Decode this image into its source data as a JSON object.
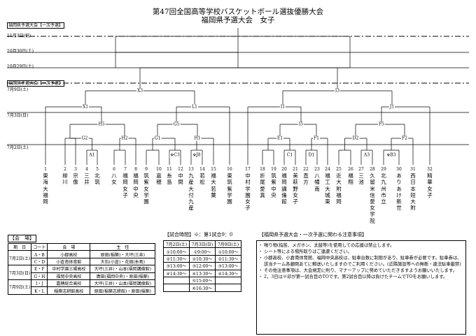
{
  "title_line1": "第47回全国高等学校バスケットボール選抜優勝大会",
  "title_line2": "福岡県予選大会　女子",
  "date_labels": {
    "qualifier": "福岡県予選大会【一次予選】",
    "nov3": "11月3日(祝)",
    "oct30": "10月30日(土)",
    "oct29": "10月29日(土)",
    "jul9_note": "福岡県予選大会【一次予選】",
    "jul9": "7月9日(土)",
    "jul3": "7月3日(日)",
    "jul2": "7月2日(土)"
  },
  "node_labels": {
    "X3": "X3",
    "X1": "X1",
    "H5": "H5",
    "G2": "G2",
    "A1": "A1",
    "H2": "H2",
    "L1": "L1",
    "G5": "G5",
    "G1": "G1",
    "C3": "C3",
    "H1": "H1",
    "J8": "J8",
    "I3": "I3",
    "I1": "I1",
    "I5": "I5",
    "E1": "E1",
    "C1": "C1",
    "D1": "D1",
    "J1": "J1",
    "F5": "F5",
    "D2": "D2",
    "A3": "A3",
    "B3": "B3",
    "F2": "F2",
    "F1": "F1"
  },
  "teams": [
    {
      "num": "1",
      "name": "東海大福岡"
    },
    {
      "num": "2",
      "name": "柳川"
    },
    {
      "num": "3",
      "name": "宗像"
    },
    {
      "num": "4",
      "name": "三井"
    },
    {
      "num": "5",
      "name": "北筑"
    },
    {
      "num": "6",
      "name": "八女"
    },
    {
      "num": "7",
      "name": "福岡女子"
    },
    {
      "num": "8",
      "name": "福岡中央"
    },
    {
      "num": "9",
      "name": "筑紫女学園"
    },
    {
      "num": "10",
      "name": "嘉穂"
    },
    {
      "num": "11",
      "name": "糸島"
    },
    {
      "num": "12",
      "name": "中間"
    },
    {
      "num": "13",
      "name": "九産大付九産"
    },
    {
      "num": "14",
      "name": "若松"
    },
    {
      "num": "15",
      "name": "福大若葉"
    },
    {
      "num": "16",
      "name": "東筑紫学園"
    },
    {
      "num": "17",
      "name": "中村学園女子"
    },
    {
      "num": "18",
      "name": "折尾愛真"
    },
    {
      "num": "19",
      "name": "筑紫中央"
    },
    {
      "num": "20",
      "name": "福岡講倫館"
    },
    {
      "num": "21",
      "name": "美萩野女子"
    },
    {
      "num": "22",
      "name": "直方"
    },
    {
      "num": "23",
      "name": "八幡南"
    },
    {
      "num": "24",
      "name": "福工大城東"
    },
    {
      "num": "25",
      "name": "近大附福岡"
    },
    {
      "num": "26",
      "name": "福翔"
    },
    {
      "num": "27",
      "name": "三池"
    },
    {
      "num": "28",
      "name": "久留米信愛女学院"
    },
    {
      "num": "29",
      "name": "北九州市立"
    },
    {
      "num": "30",
      "name": "ありあけ新世"
    },
    {
      "num": "31",
      "name": "西日本短大附"
    },
    {
      "num": "32",
      "name": "精華女子"
    }
  ],
  "venue": {
    "heading": "【会　場】",
    "headers": [
      "期　日",
      "コート",
      "会　場",
      "主　任"
    ],
    "rows": [
      {
        "date": "7月2日(土)",
        "court": "A・B",
        "place": "小郡高校",
        "chief": "原田(稲築)・大坪(三井)"
      },
      {
        "date": "",
        "court": "C・D",
        "place": "小倉南体育館",
        "chief": "大石(小倉)・花田(糸島)"
      },
      {
        "date": "7月3日(日)",
        "court": "E・F",
        "place": "中村学園三陽高校",
        "chief": "大坪(三井)・山本(福岡講倫館)"
      },
      {
        "date": "",
        "court": "G・H",
        "place": "福岡中央高校",
        "chief": "廣田(福岡中央)・原田(稲築)"
      },
      {
        "date": "7月9日(土)",
        "court": "I・J",
        "place": "嘉穂総合高校",
        "chief": "大坪(三井)・山本(福岡講倫館)"
      },
      {
        "date": "",
        "court": "K・L",
        "place": "稲築志耕館高校",
        "chief": "原田(稲築志耕館)・原田(稲築)"
      }
    ]
  },
  "times": {
    "heading": "【試合時間】※：第1試合9：0",
    "headers": [
      "7月2日(土)",
      "7月3日(日)",
      "7月9日(土)"
    ],
    "rows": [
      [
        "①10:00～",
        "①9:00～",
        "①10:00～"
      ],
      [
        "②11:30～",
        "②10:30～",
        "②11:30～"
      ],
      [
        "③13:00～",
        "③12:00～",
        "③13:00～"
      ],
      [
        "④14:30～",
        "④13:30～",
        "④14:30～"
      ],
      [
        "",
        "⑤15:00～",
        ""
      ],
      [
        "",
        "⑥16:30～",
        ""
      ]
    ]
  },
  "notes": {
    "heading": "【福岡県予選大会・一次予選に関わる注意事項】",
    "items": [
      "鳴り物(指笛、メガホン、太鼓等)を使用しての応援は禁止します。",
      "シート等による場所取りはご遠慮ください。",
      "小郡高校、小倉南体育館、福岡中央高校は、駐車台数に制限があり、駐車券が必要です。駐車券は、該当チーム各顧問あてに郵送いたしますのでご利用ください。(近隣施設等への無断・違法駐車厳禁)",
      "その他注意事項は、大会規定に則り、マナーアップに努めていただきますようお願いいたします。",
      "2，3日は※印が第一試合目のTOです。第2試合目以降は負けたチームでTOをお願いします。"
    ]
  }
}
